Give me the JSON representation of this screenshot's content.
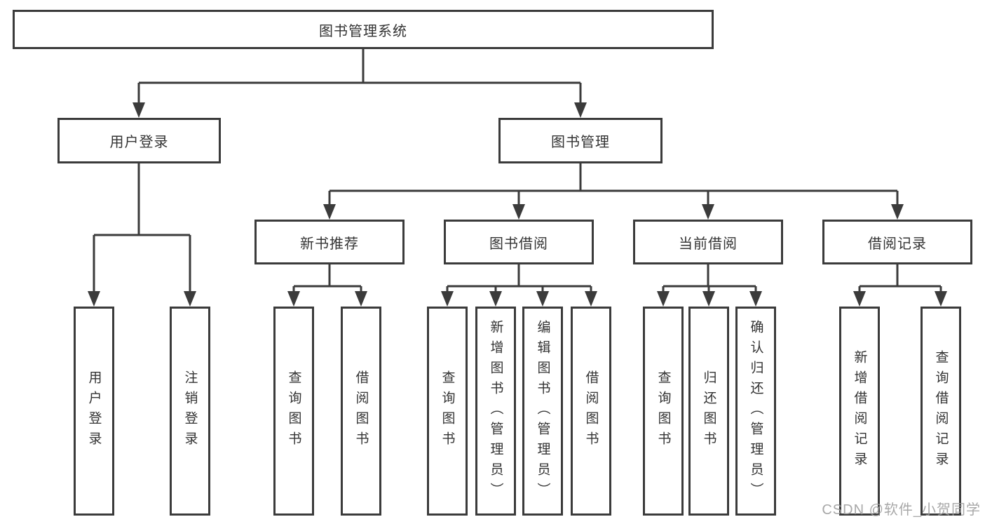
{
  "title": "图书管理系统",
  "watermark": "CSDN @软件_小贺同学",
  "colors": {
    "line": "#3b3b3b",
    "text": "#333333",
    "watermark": "#9e9e9e",
    "background": "#ffffff"
  },
  "nodes": {
    "root": {
      "label": "图书管理系统"
    },
    "user_login": {
      "label": "用户登录"
    },
    "book_management": {
      "label": "图书管理"
    },
    "user_login_action": {
      "label": "用户登录"
    },
    "logout_action": {
      "label": "注销登录"
    },
    "new_book_recommend": {
      "label": "新书推荐"
    },
    "book_borrow": {
      "label": "图书借阅"
    },
    "current_borrow": {
      "label": "当前借阅"
    },
    "borrow_records": {
      "label": "借阅记录"
    },
    "nb_query_books": {
      "label": "查询图书"
    },
    "nb_borrow_books": {
      "label": "借阅图书"
    },
    "bb_query_books": {
      "label": "查询图书"
    },
    "bb_add_books": {
      "label": "新增图书（管理员）"
    },
    "bb_edit_books": {
      "label": "编辑图书（管理员）"
    },
    "bb_borrow_books": {
      "label": "借阅图书"
    },
    "cb_query_books": {
      "label": "查询图书"
    },
    "cb_return_books": {
      "label": "归还图书"
    },
    "cb_confirm_return": {
      "label": "确认归还（管理员）"
    },
    "br_add_record": {
      "label": "新增借阅记录"
    },
    "br_query_record": {
      "label": "查询借阅记录"
    }
  },
  "edges": [
    {
      "from": "root",
      "to": [
        "user_login",
        "book_management"
      ]
    },
    {
      "from": "user_login",
      "to": [
        "user_login_action",
        "logout_action"
      ]
    },
    {
      "from": "book_management",
      "to": [
        "new_book_recommend",
        "book_borrow",
        "current_borrow",
        "borrow_records"
      ]
    },
    {
      "from": "new_book_recommend",
      "to": [
        "nb_query_books",
        "nb_borrow_books"
      ]
    },
    {
      "from": "book_borrow",
      "to": [
        "bb_query_books",
        "bb_add_books",
        "bb_edit_books",
        "bb_borrow_books"
      ]
    },
    {
      "from": "current_borrow",
      "to": [
        "cb_query_books",
        "cb_return_books",
        "cb_confirm_return"
      ]
    },
    {
      "from": "borrow_records",
      "to": [
        "br_add_record",
        "br_query_record"
      ]
    }
  ]
}
